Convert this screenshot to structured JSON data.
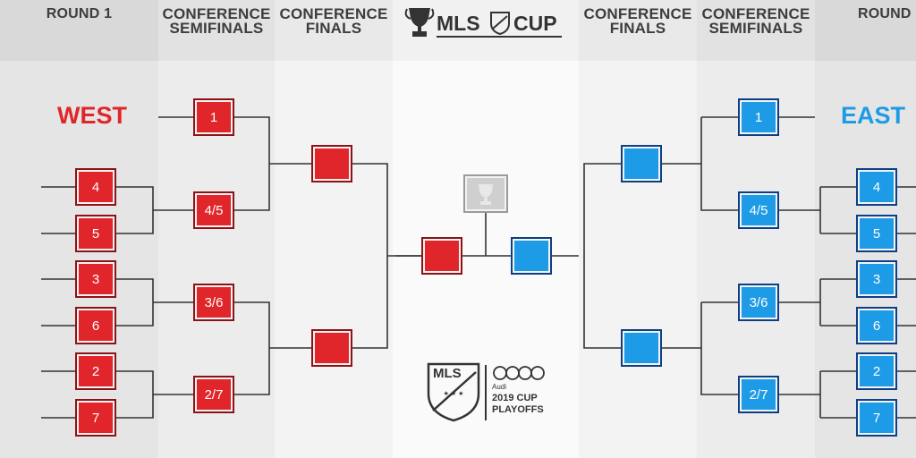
{
  "headers": {
    "round1_left": "ROUND 1",
    "conf_semis_left_line1": "CONFERENCE",
    "conf_semis_left_line2": "SEMIFINALS",
    "conf_finals_left_line1": "CONFERENCE",
    "conf_finals_left_line2": "FINALS",
    "conf_finals_right_line1": "CONFERENCE",
    "conf_finals_right_line2": "FINALS",
    "conf_semis_right_line1": "CONFERENCE",
    "conf_semis_right_line2": "SEMIFINALS",
    "round1_right": "ROUND"
  },
  "logo": {
    "mls": "MLS",
    "cup": "CUP"
  },
  "west": {
    "label": "WEST",
    "round1": [
      "4",
      "5",
      "3",
      "6",
      "2",
      "7"
    ],
    "semis": [
      "1",
      "4/5",
      "3/6",
      "2/7"
    ]
  },
  "east": {
    "label": "EAST",
    "round1": [
      "4",
      "5",
      "3",
      "6",
      "2",
      "7"
    ],
    "semis": [
      "1",
      "4/5",
      "3/6",
      "2/7"
    ]
  },
  "bottom_logo": {
    "mls": "MLS",
    "sponsor": "Audi",
    "year_cup": "2019 CUP",
    "playoffs": "PLAYOFFS"
  },
  "colors": {
    "west": "#e0262a",
    "east": "#1e9be6",
    "trophy": "#cccccc"
  }
}
